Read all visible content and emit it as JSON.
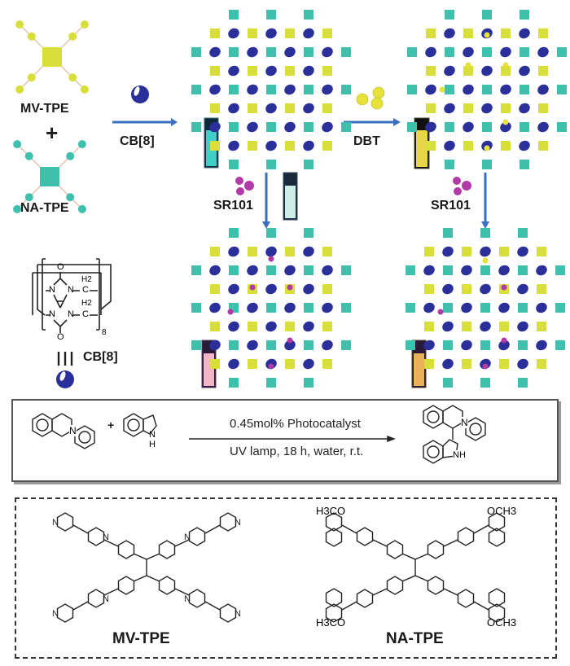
{
  "colors": {
    "mv_tpe": "#d8df3a",
    "na_tpe": "#3fc0ad",
    "cb8": "#2a2f9a",
    "arrow": "#3a6fbf",
    "dbt": "#e6e23a",
    "sr101": "#b23aa6",
    "vial_cyan": "#3fcfc6",
    "vial_pale": "#cdeee8",
    "vial_yellow": "#e7d64a",
    "vial_pink": "#f3b6c8",
    "vial_orange": "#e9b25a"
  },
  "legend": {
    "mv_tpe_label": "MV-TPE",
    "plus": "+",
    "na_tpe_label": "NA-TPE"
  },
  "steps": {
    "cb8_label": "CB[8]",
    "dbt_label": "DBT",
    "sr101_left_label": "SR101",
    "sr101_right_label": "SR101"
  },
  "cb8_structure": {
    "atoms": [
      "O",
      "N",
      "N",
      "H2",
      "C",
      "N",
      "N",
      "H2",
      "C",
      "O"
    ],
    "subscript": "8",
    "equiv": "|||",
    "label": "CB[8]"
  },
  "reaction": {
    "plus": "+",
    "reagent_nh": "N",
    "reagent_h": "H",
    "product_nh": "NH",
    "product_n": "N",
    "reactant_n": "N",
    "condition_top": "0.45mol% Photocatalyst",
    "condition_bottom": "UV lamp, 18 h, water, r.t."
  },
  "structures": {
    "mv_tpe_name": "MV-TPE",
    "na_tpe_name": "NA-TPE",
    "methoxy_left": "H3CO",
    "methoxy_right": "OCH3"
  }
}
